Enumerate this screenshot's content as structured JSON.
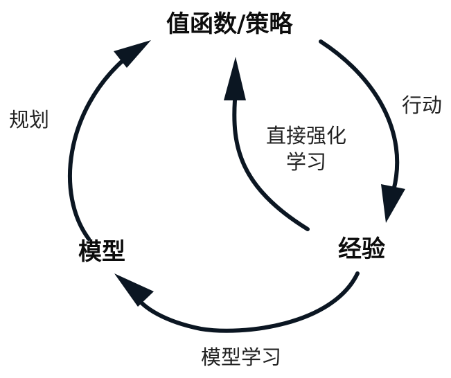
{
  "diagram": {
    "nodes": {
      "value_policy": "值函数/策略",
      "experience": "经验",
      "model": "模型"
    },
    "edges": {
      "acting": "行动",
      "planning": "规划",
      "direct_rl_line1": "直接强化",
      "direct_rl_line2": "学习",
      "model_learning": "模型学习"
    },
    "colors": {
      "arrow": "#0b1622",
      "text": "#111111"
    }
  }
}
